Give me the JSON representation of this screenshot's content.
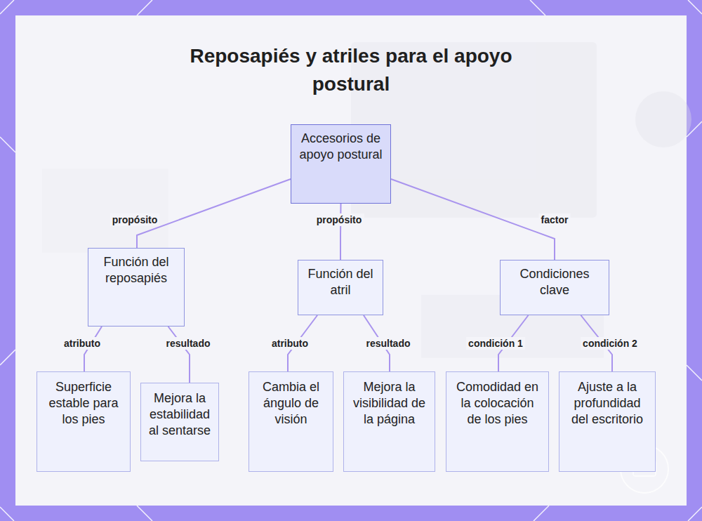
{
  "diagram": {
    "title": "Reposapiés y atriles para el apoyo postural",
    "nodes": [
      {
        "text": [
          "Accesorios de apoyo postural"
        ]
      },
      {
        "text": [
          "Función del reposapiés"
        ]
      },
      {
        "text": [
          "Función del atril"
        ]
      },
      {
        "text": [
          "Condiciones clave"
        ]
      },
      {
        "text": [
          "Superficie estable para los pies"
        ]
      },
      {
        "text": [
          "Mejora la estabilidad al sentarse"
        ]
      },
      {
        "text": [
          "Cambia el ángulo de visión"
        ]
      },
      {
        "text": [
          "Mejora la visibilidad de la página"
        ]
      },
      {
        "text": [
          "Comodidad en la colocación de los pies"
        ]
      },
      {
        "text": [
          "Ajuste a la profundidad del escritorio"
        ]
      }
    ],
    "edges": [
      {
        "from": 0,
        "to": 1,
        "label": "propósito",
        "arrow": "none"
      },
      {
        "from": 0,
        "to": 2,
        "label": "propósito",
        "arrow": "none"
      },
      {
        "from": 0,
        "to": 3,
        "label": "factor",
        "arrow": "none"
      },
      {
        "from": 1,
        "to": 4,
        "label": "atributo",
        "arrow": "none"
      },
      {
        "from": 1,
        "to": 5,
        "label": "resultado",
        "arrow": "none"
      },
      {
        "from": 2,
        "to": 6,
        "label": "atributo",
        "arrow": "none"
      },
      {
        "from": 2,
        "to": 7,
        "label": "resultado",
        "arrow": "none"
      },
      {
        "from": 3,
        "to": 8,
        "label": "condición 1",
        "arrow": "none"
      },
      {
        "from": 3,
        "to": 9,
        "label": "condición 2",
        "arrow": "none"
      }
    ]
  }
}
